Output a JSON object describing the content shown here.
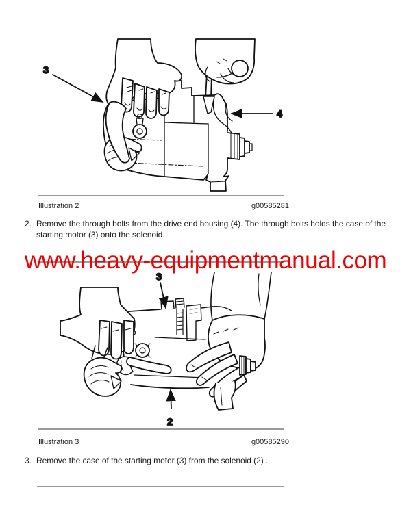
{
  "watermark": {
    "text": "www.heavy-equipmentmanual.com"
  },
  "figure_top": {
    "caption": "Illustration 2",
    "code": "g00585281",
    "callouts": {
      "case": "3",
      "drive_end_housing": "4"
    }
  },
  "figure_bottom": {
    "caption": "Illustration 3",
    "code": "g00585290",
    "callouts": {
      "case": "3",
      "solenoid": "2"
    }
  },
  "steps": {
    "step2": {
      "number": "2.",
      "text": "Remove the through bolts from the drive end housing (4). The through bolts holds the case of the starting motor (3) onto the solenoid."
    },
    "step3": {
      "number": "3.",
      "text": "Remove the case of the starting motor (3) from the solenoid (2) ."
    }
  },
  "colors": {
    "ink": "#111111",
    "rule_gray": "#9b9b9b",
    "watermark_red": "#f00000"
  }
}
